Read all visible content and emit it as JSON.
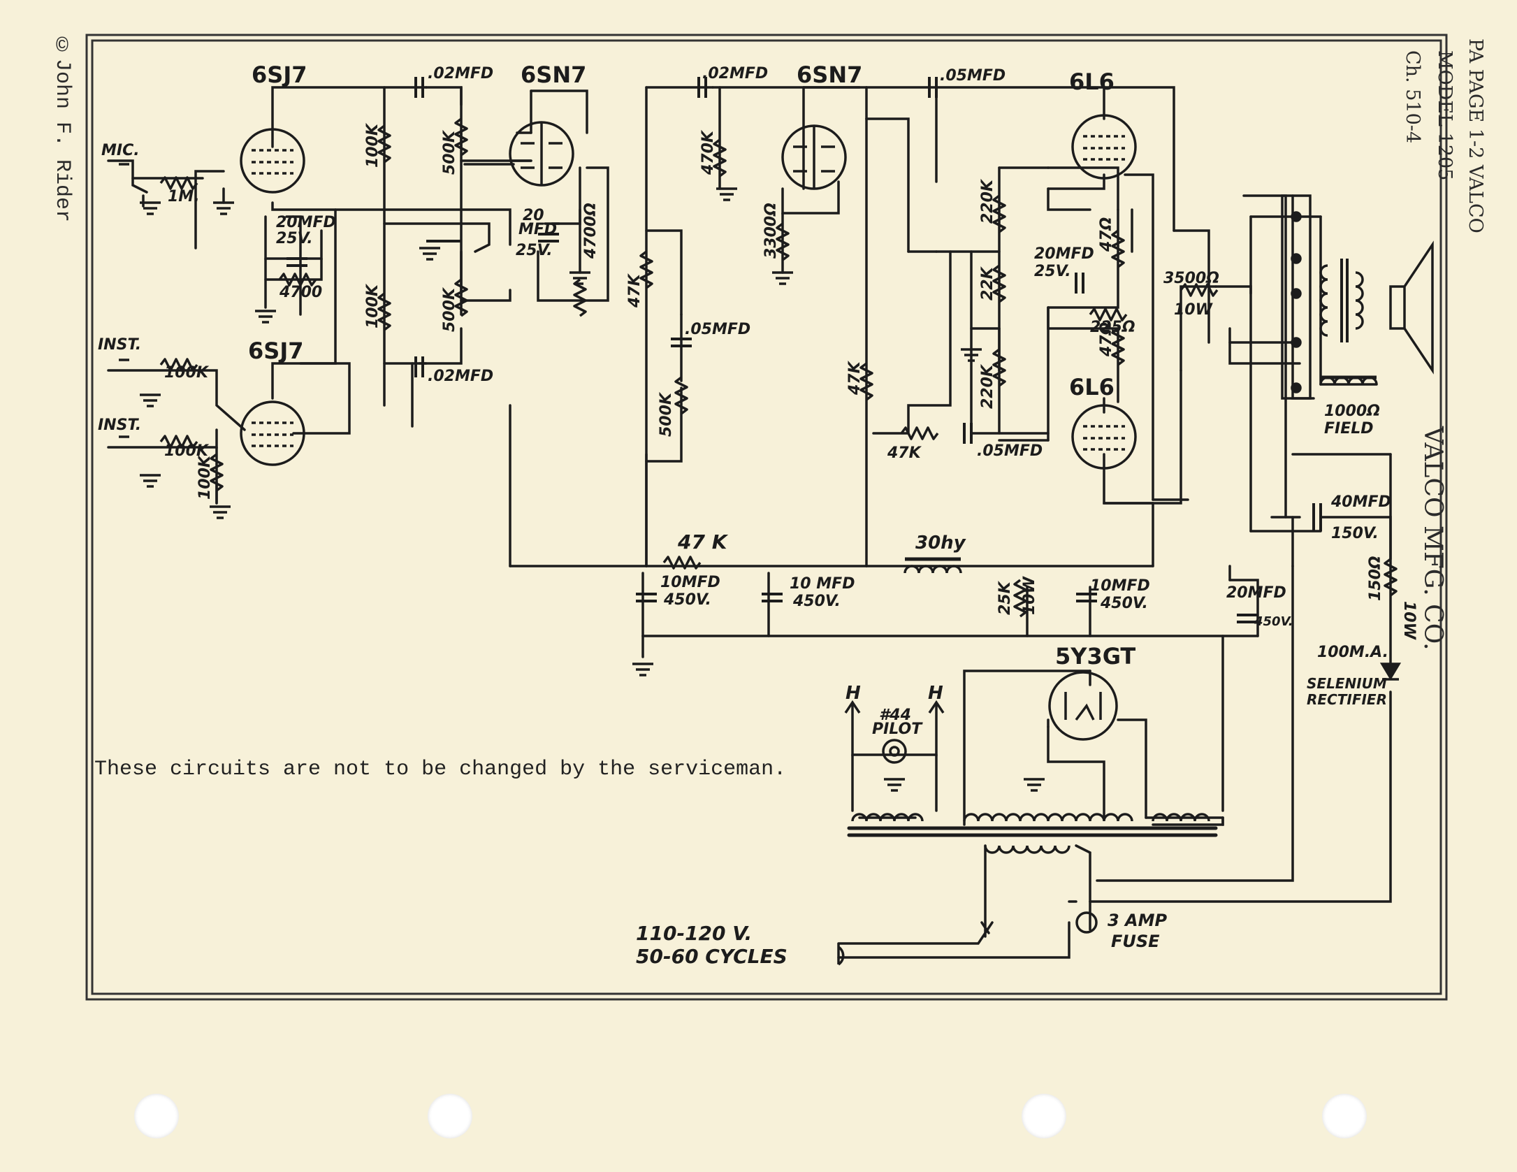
{
  "header": {
    "copyright": "©John F. Rider",
    "page_ref": "PA PAGE 1-2 VALCO",
    "model": "MODEL 1205",
    "chassis": "Ch. 510-4",
    "manufacturer": "VALCO MFG. CO."
  },
  "note": "These circuits are not to be changed by the serviceman.",
  "tubes": {
    "v1": "6SJ7",
    "v2": "6SJ7",
    "v3": "6SN7",
    "v4": "6SN7",
    "v5": "6L6",
    "v6": "6L6",
    "rect": "5Y3GT"
  },
  "inputs": {
    "mic": "MIC.",
    "inst1": "INST.",
    "inst2": "INST."
  },
  "labels": {
    "c_02_1": ".02MFD",
    "c_02_2": ".02MFD",
    "c_02_3": ".02MFD",
    "c_05_1": ".05MFD",
    "c_05_2": ".05MFD",
    "c_05_3": ".05MFD",
    "r_1m": "1M.",
    "r_100k_mic": "100K",
    "r_100k_plate2": "100K",
    "r_100k_in1": "100K",
    "r_100k_in2": "100K",
    "r_100k_grid": "100K",
    "c_20mfd_1": "20MFD",
    "c_25v_1": "25V.",
    "r_4700_1": "4700",
    "pot_500k_1": "500K",
    "pot_500k_2": "500K",
    "c_20mfd_2a": "20",
    "c_20mfd_2b": "MFD",
    "c_25v_2": "25V.",
    "r_4700_2": "4700Ω",
    "r_470k": "470K",
    "r_3300": "3300Ω",
    "r_47k_1": "47K",
    "r_500k_3": "500K",
    "r_47k_2": "47K",
    "r_47k_3": "47K",
    "r_47k_4": "47 K",
    "r_220k_1": "220K",
    "r_22k": "22K",
    "r_220k_2": "220K",
    "c_20mfd_3": "20MFD",
    "c_25v_3": "25V.",
    "r_47_1": "47Ω",
    "r_225": "225Ω",
    "r_47_2": "47Ω",
    "r_3500": "3500Ω",
    "r_10w": "10W",
    "field": "1000Ω",
    "field_label": "FIELD",
    "c_10mfd_1": "10MFD",
    "c_450v_1": "450V.",
    "c_10mfd_2": "10 MFD",
    "c_450v_2": "450V.",
    "choke": "30hy",
    "r_25k": "25K",
    "r_25k_w": "10W",
    "c_10mfd_3": "10MFD",
    "c_450v_3": "450V.",
    "c_20mfd_4": "20MFD",
    "c_450v_4": "450V.",
    "c_40mfd": "40MFD",
    "c_150v": "150V.",
    "r_150": "150Ω",
    "r_150_w": "10W",
    "ma": "100M.A.",
    "selenium_1": "SELENIUM",
    "selenium_2": "RECTIFIER",
    "h1": "H",
    "h2": "H",
    "pilot_1": "#44",
    "pilot_2": "PILOT",
    "mains_1": "110-120 V.",
    "mains_2": "50-60 CYCLES",
    "fuse_1": "3 AMP",
    "fuse_2": "FUSE"
  }
}
